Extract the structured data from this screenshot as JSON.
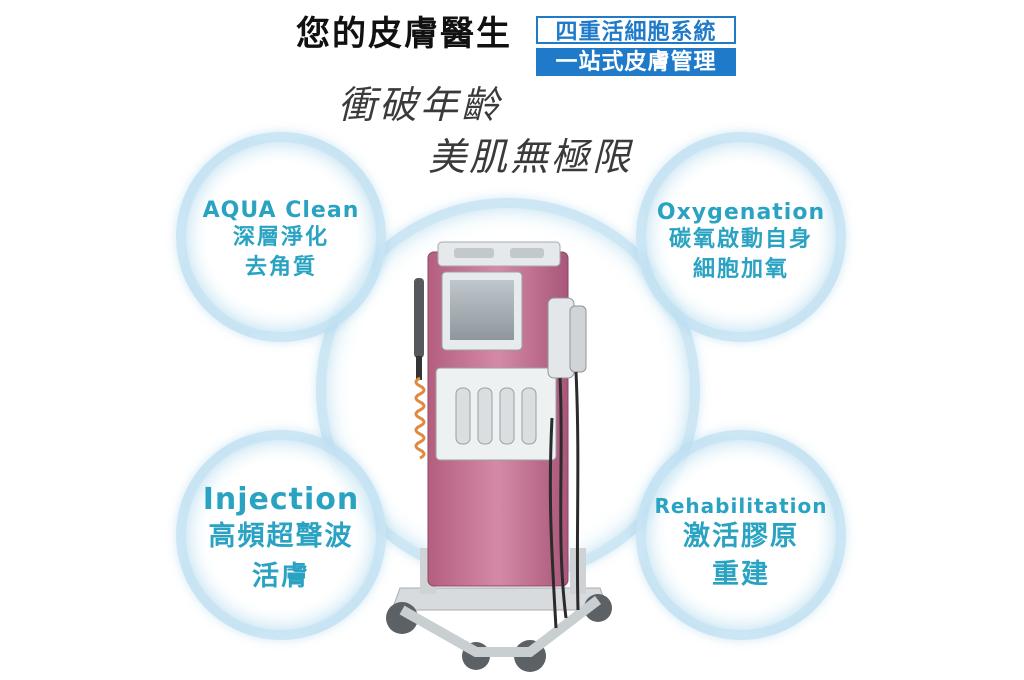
{
  "header": {
    "brand_title": "您的皮膚醫生",
    "badge_top": "四重活細胞系統",
    "badge_bottom": "一站式皮膚管理"
  },
  "slogan": {
    "line1": "衝破年齡",
    "line2": "美肌無極限"
  },
  "features": [
    {
      "en": "AQUA Clean",
      "zh": [
        "深層淨化",
        "去角質"
      ]
    },
    {
      "en": "Oxygenation",
      "zh": [
        "碳氧啟動自身",
        "細胞加氧"
      ]
    },
    {
      "en": "Injection",
      "zh": [
        "高頻超聲波",
        "活膚"
      ]
    },
    {
      "en": "Rehabilitation",
      "zh": [
        "激活膠原",
        "重建"
      ]
    }
  ],
  "colors": {
    "accent_blue": "#1f7bc9",
    "feature_text": "#2aa3c2",
    "machine_pink": "#c77895",
    "ring": "#78bee1"
  }
}
